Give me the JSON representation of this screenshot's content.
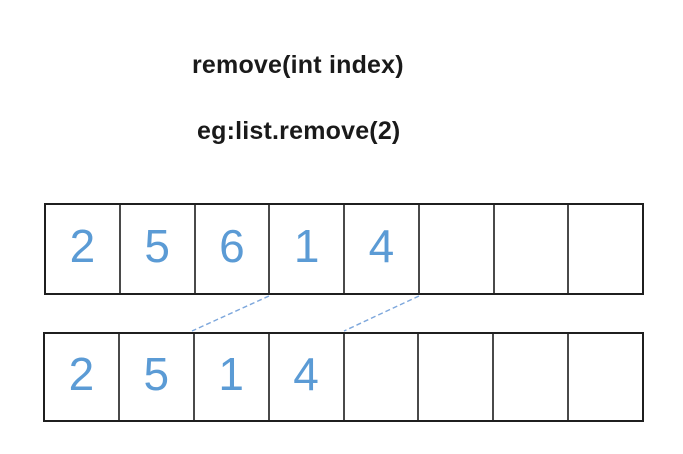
{
  "title": "remove(int index)",
  "subtitle": "eg:list.remove(2)",
  "array_before": {
    "cells": [
      "2",
      "5",
      "6",
      "1",
      "4",
      "",
      "",
      ""
    ]
  },
  "array_after": {
    "cells": [
      "2",
      "5",
      "1",
      "4",
      "",
      "",
      "",
      ""
    ]
  },
  "colors": {
    "number_text": "#5b9bd5",
    "connector_line": "#7da7dc",
    "cell_separator": "#4a4a4a",
    "outer_border": "#1f1f1f",
    "title_text": "#1a1a1a",
    "background": "#ffffff"
  }
}
